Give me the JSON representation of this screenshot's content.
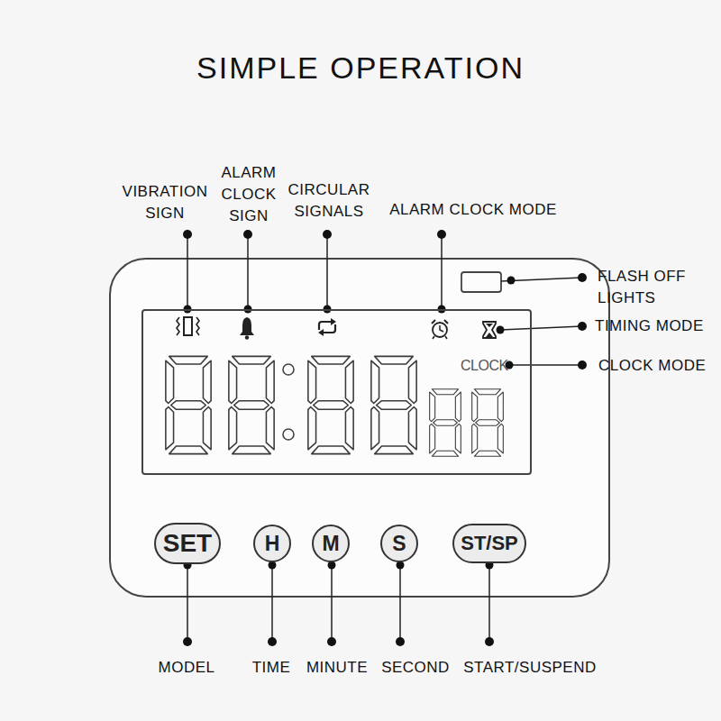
{
  "diagram": {
    "title": "SIMPLE OPERATION",
    "nodes": [
      {
        "text": [
          "CLOCK"
        ]
      },
      {
        "text": [
          "SET"
        ]
      },
      {
        "text": [
          "H"
        ]
      },
      {
        "text": [
          "M"
        ]
      },
      {
        "text": [
          "S"
        ]
      },
      {
        "text": [
          "ST/SP"
        ]
      }
    ],
    "labels": [
      "VIBRATION SIGN",
      "ALARM CLOCK SIGN",
      "CIRCULAR SIGNALS",
      "ALARM CLOCK MODE",
      "FLASH OFF LIGHTS",
      "TIMING MODE",
      "CLOCK MODE",
      "MODEL",
      "TIME",
      "MINUTE",
      "SECOND",
      "START/SUSPEND"
    ]
  }
}
